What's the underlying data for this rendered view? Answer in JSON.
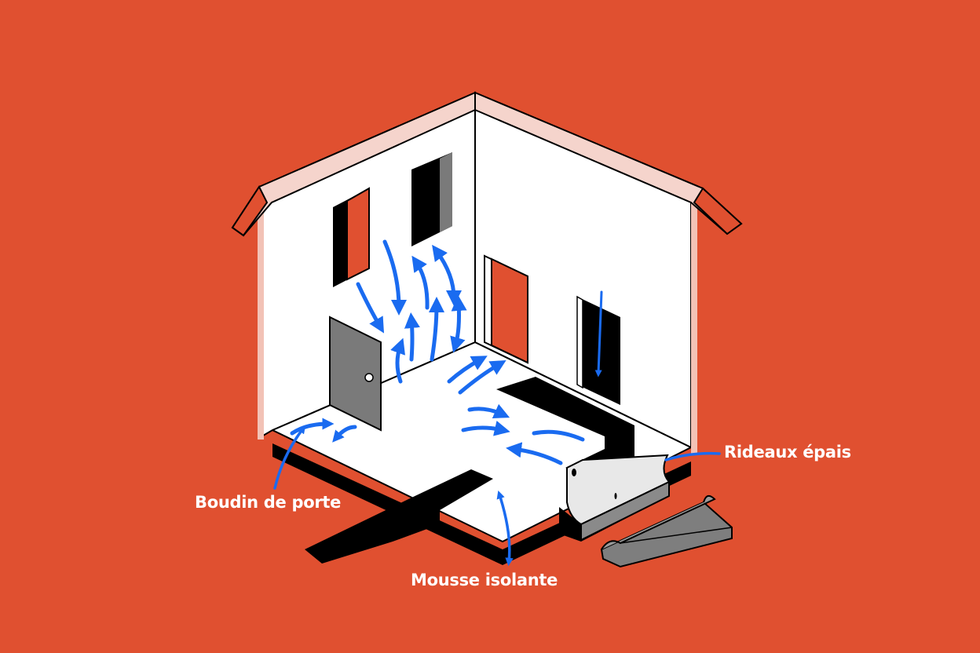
{
  "diagram": {
    "subject": "house-cutaway-draught-proofing",
    "colors": {
      "background": "#E05030",
      "wall": "#FFFFFF",
      "outline": "#000000",
      "airflow_arrows": "#1A6BF0",
      "door": "#7A7A7A",
      "window_glass": "#E05030",
      "seal_profile": "#D8D8D8"
    },
    "labels": [
      {
        "id": "rideaux",
        "text": "Rideaux épais",
        "points_to": "metal draught strip at right corner"
      },
      {
        "id": "boudin",
        "text": "Boudin de porte",
        "points_to": "floor near left door"
      },
      {
        "id": "mousse",
        "text": "Mousse isolante",
        "points_to": "floor gap front edge"
      }
    ],
    "elements": {
      "windows": [
        "left-wall-window-open",
        "left-wall-window-dark"
      ],
      "doors": [
        "left-wall-grey-door",
        "right-wall-red-doorway",
        "right-wall-dark-doorway"
      ],
      "floor_strips": [
        "black-l-strip",
        "black-cross-strip"
      ],
      "seals": [
        "metal-profile-seal",
        "grey-foam-seal"
      ]
    }
  }
}
